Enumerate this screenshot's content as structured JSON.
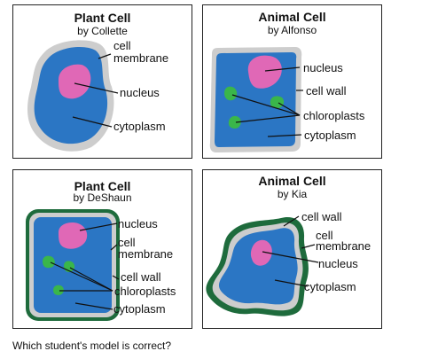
{
  "panels": [
    {
      "title": "Plant Cell",
      "author": "by Collette",
      "labels": {
        "membrane_1": "cell",
        "membrane_2": "membrane",
        "nucleus": "nucleus",
        "cytoplasm": "cytoplasm"
      }
    },
    {
      "title": "Animal Cell",
      "author": "by Alfonso",
      "labels": {
        "nucleus": "nucleus",
        "cell_wall": "cell wall",
        "chloroplasts": "chloroplasts",
        "cytoplasm": "cytoplasm"
      }
    },
    {
      "title": "Plant Cell",
      "author": "by DeShaun",
      "labels": {
        "nucleus": "nucleus",
        "membrane_1": "cell",
        "membrane_2": "membrane",
        "cell_wall": "cell wall",
        "chloroplasts": "chloroplasts",
        "cytoplasm": "cytoplasm"
      }
    },
    {
      "title": "Animal Cell",
      "author": "by Kia",
      "labels": {
        "cell_wall": "cell wall",
        "membrane_1": "cell",
        "membrane_2": "membrane",
        "nucleus": "nucleus",
        "cytoplasm": "cytoplasm"
      }
    }
  ],
  "question": "Which student's model is correct?",
  "colors": {
    "cytoplasm": "#2b76c4",
    "membrane": "#cdcdcd",
    "cell_wall": "#1e6b3c",
    "nucleus": "#e068b6",
    "chloroplast": "#3ab64a"
  }
}
